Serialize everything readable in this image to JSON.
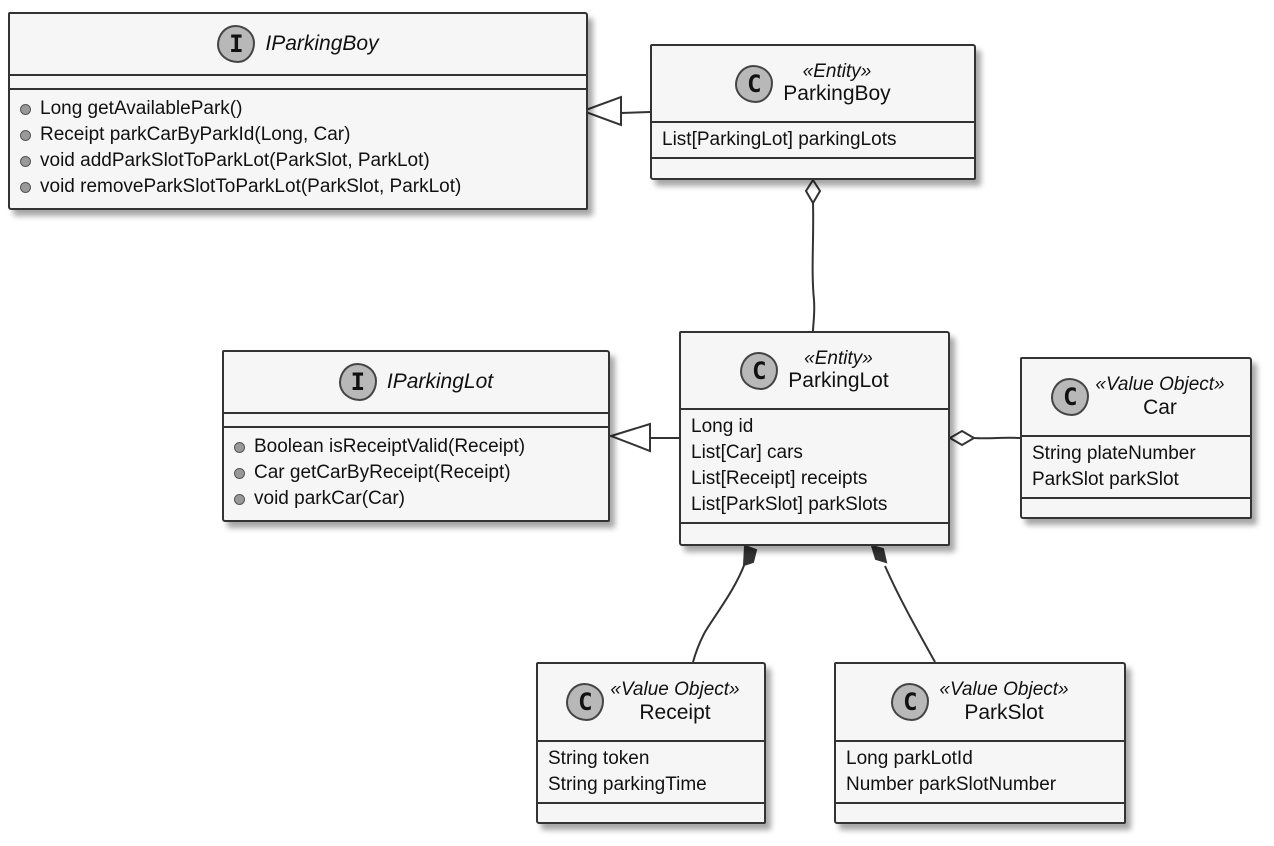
{
  "diagram": {
    "type": "UML class diagram",
    "classes": {
      "IParkingBoy": {
        "kind": "interface",
        "badge": "I",
        "name": "IParkingBoy",
        "stereotype": "",
        "attributes": [],
        "methods": [
          "Long getAvailablePark()",
          "Receipt parkCarByParkId(Long, Car)",
          "void addParkSlotToParkLot(ParkSlot, ParkLot)",
          "void removeParkSlotToParkLot(ParkSlot, ParkLot)"
        ]
      },
      "ParkingBoy": {
        "kind": "class",
        "badge": "C",
        "name": "ParkingBoy",
        "stereotype": "«Entity»",
        "attributes": [
          "List[ParkingLot] parkingLots"
        ],
        "methods": []
      },
      "IParkingLot": {
        "kind": "interface",
        "badge": "I",
        "name": "IParkingLot",
        "stereotype": "",
        "attributes": [],
        "methods": [
          "Boolean isReceiptValid(Receipt)",
          "Car getCarByReceipt(Receipt)",
          "void parkCar(Car)"
        ]
      },
      "ParkingLot": {
        "kind": "class",
        "badge": "C",
        "name": "ParkingLot",
        "stereotype": "«Entity»",
        "attributes": [
          "Long id",
          "List[Car] cars",
          "List[Receipt] receipts",
          "List[ParkSlot] parkSlots"
        ],
        "methods": []
      },
      "Car": {
        "kind": "class",
        "badge": "C",
        "name": "Car",
        "stereotype": "«Value Object»",
        "attributes": [
          "String plateNumber",
          "ParkSlot parkSlot"
        ],
        "methods": []
      },
      "Receipt": {
        "kind": "class",
        "badge": "C",
        "name": "Receipt",
        "stereotype": "«Value Object»",
        "attributes": [
          "String token",
          "String parkingTime"
        ],
        "methods": []
      },
      "ParkSlot": {
        "kind": "class",
        "badge": "C",
        "name": "ParkSlot",
        "stereotype": "«Value Object»",
        "attributes": [
          "Long parkLotId",
          "Number parkSlotNumber"
        ],
        "methods": []
      }
    },
    "relations": [
      {
        "from": "ParkingBoy",
        "to": "IParkingBoy",
        "type": "realization"
      },
      {
        "from": "ParkingLot",
        "to": "IParkingLot",
        "type": "realization"
      },
      {
        "from": "ParkingBoy",
        "to": "ParkingLot",
        "type": "aggregation"
      },
      {
        "from": "ParkingLot",
        "to": "Car",
        "type": "aggregation"
      },
      {
        "from": "ParkingLot",
        "to": "Receipt",
        "type": "composition"
      },
      {
        "from": "ParkingLot",
        "to": "ParkSlot",
        "type": "composition"
      }
    ]
  }
}
